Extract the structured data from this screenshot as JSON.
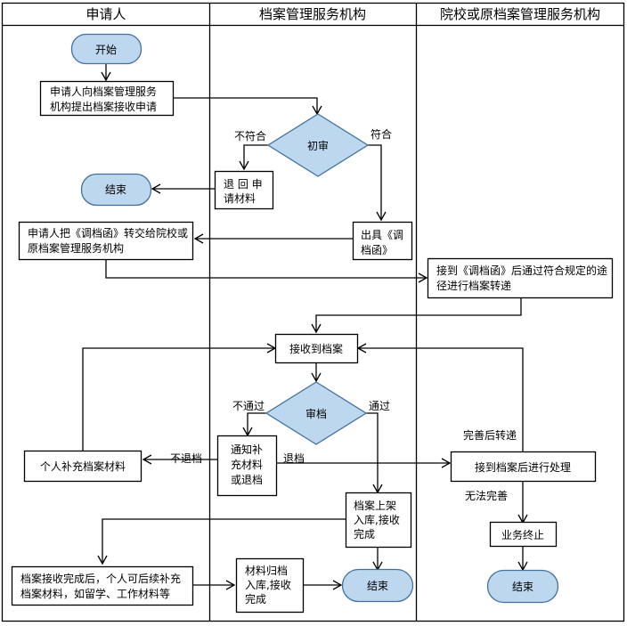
{
  "lanes": [
    {
      "title": "申请人"
    },
    {
      "title": "档案管理服务机构"
    },
    {
      "title": "院校或原档案管理服务机构"
    }
  ],
  "nodes": {
    "start": {
      "lines": [
        "开始"
      ]
    },
    "apply": {
      "lines": [
        "申请人向档案管理服务",
        "机构提出档案接收申请"
      ]
    },
    "review1": {
      "lines": [
        "初审"
      ]
    },
    "return_material": {
      "lines": [
        "退 回 申",
        "请材料"
      ]
    },
    "end1": {
      "lines": [
        "结束"
      ]
    },
    "forward_letter": {
      "lines": [
        "申请人把《调档函》转交给院校或",
        "原档案管理服务机构"
      ]
    },
    "issue_letter": {
      "lines": [
        "出具《调",
        "档函》"
      ]
    },
    "transfer": {
      "lines": [
        "接到《调档函》后通过符合规定的途",
        "径进行档案转递"
      ]
    },
    "receive": {
      "lines": [
        "接收到档案"
      ]
    },
    "review2": {
      "lines": [
        "审档"
      ]
    },
    "notify": {
      "lines": [
        "通知补",
        "充材料",
        "或退档"
      ]
    },
    "supplement": {
      "lines": [
        "个人补充档案材料"
      ]
    },
    "process": {
      "lines": [
        "接到档案后进行处理"
      ]
    },
    "shelve": {
      "lines": [
        "档案上架",
        "入库,接收",
        "完成"
      ]
    },
    "terminate": {
      "lines": [
        "业务终止"
      ]
    },
    "followup": {
      "lines": [
        "档案接收完成后，个人可后续补充",
        "档案材料，如留学、工作材料等"
      ]
    },
    "archive": {
      "lines": [
        "材料归档",
        "入库,接收",
        "完成"
      ]
    },
    "end2": {
      "lines": [
        "结束"
      ]
    },
    "end3": {
      "lines": [
        "结束"
      ]
    }
  },
  "edge_labels": {
    "not_match": "不符合",
    "match": "符合",
    "not_pass": "不通过",
    "pass": "通过",
    "no_return": "不退档",
    "return": "退档",
    "forward_after_fix": "完善后转递",
    "cannot_fix": "无法完善"
  },
  "colors": {
    "terminal_fill": "#bdd7ee",
    "terminal_stroke": "#41719c",
    "decision_fill": "#bdd7ee",
    "decision_stroke": "#41719c",
    "line": "#000000"
  }
}
